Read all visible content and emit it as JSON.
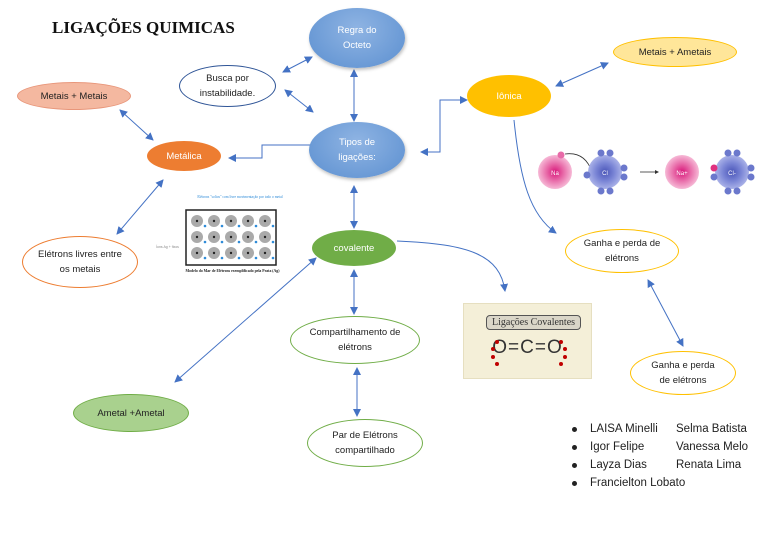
{
  "title": "LIGAÇÕES QUIMICAS",
  "nodes": {
    "regra": "Regra do Octeto",
    "busca": "Busca por instabilidade.",
    "metais_metais": "Metais + Metais",
    "metalica": "Metálica",
    "tipos": "Tipos de ligações:",
    "ionica": "Iônica",
    "metais_ametais": "Metais + Ametais",
    "eletrons_livres": "Elétrons livres entre os metais",
    "covalente": "covalente",
    "ganha1": "Ganha e perda de elétrons",
    "ganha2": "Ganha e perda de elétrons",
    "compartilhamento": "Compartilhamento de elétrons",
    "ametal": "Ametal +Ametal",
    "par": "Par de Elétrons compartilhado"
  },
  "metal_image": {
    "caption_top": "Elétrons \"soltos\" com livre movimentação por todo o metal",
    "side_label": "Íons Ag + fixos",
    "caption_bottom": "Modelo do Mar de Elétrons exemplificado pela Prata (Ag)"
  },
  "ionic_image": {
    "na": "Na",
    "cl": "Cl",
    "na_plus": "Na+",
    "cl_minus": "Cl-"
  },
  "covalent_image": {
    "label": "Ligações Covalentes",
    "formula": "O=C=O"
  },
  "authors": [
    [
      "LAISA Minelli",
      "Selma Batista"
    ],
    [
      "Igor Felipe",
      "Vanessa Melo"
    ],
    [
      "Layza Dias",
      "Renata Lima"
    ],
    [
      "Francielton Lobato",
      ""
    ]
  ],
  "colors": {
    "arrow": "#4472c4",
    "blue_node": "#5b8fd0",
    "orange": "#ed7d31",
    "gold": "#ffc000",
    "green": "#70ad47"
  }
}
